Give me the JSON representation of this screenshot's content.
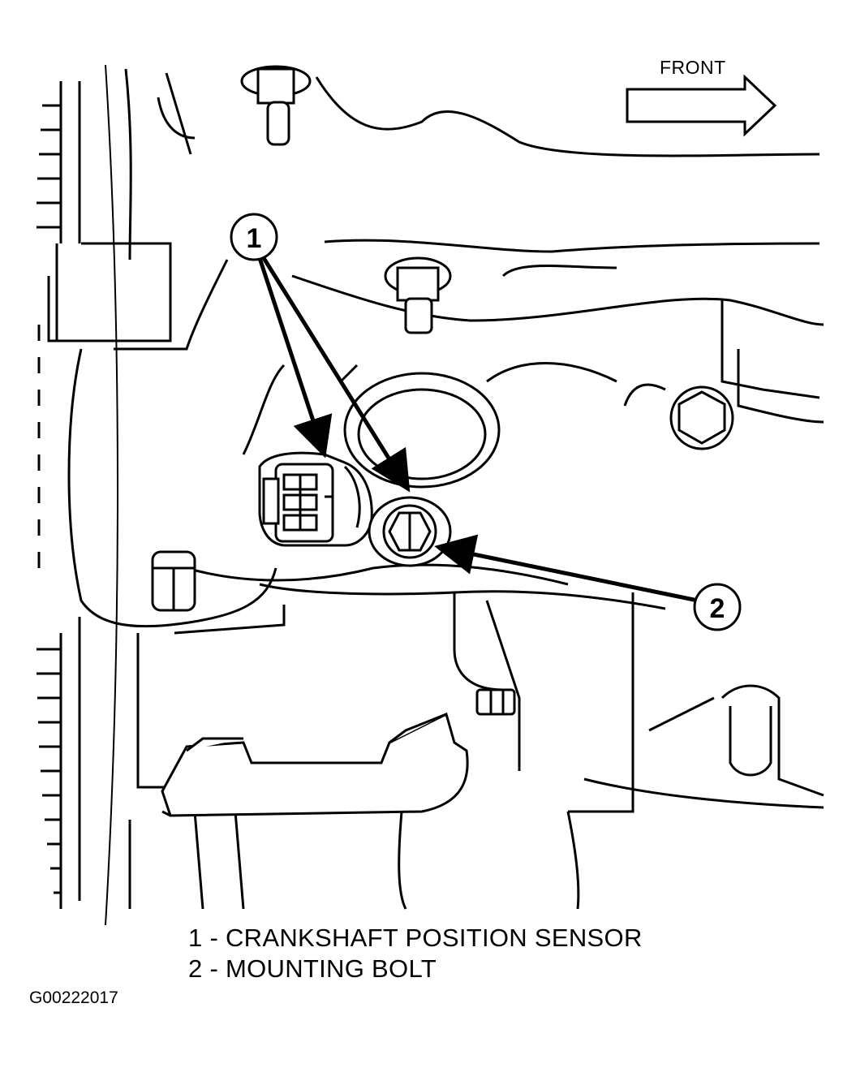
{
  "front_label": "FRONT",
  "callouts": [
    "1",
    "2"
  ],
  "legend": [
    {
      "number": "1",
      "text": "1 - CRANKSHAFT POSITION SENSOR"
    },
    {
      "number": "2",
      "text": "2 - MOUNTING BOLT"
    }
  ],
  "figure_id": "G00222017",
  "colors": {
    "line": "#000000",
    "background": "#ffffff"
  }
}
